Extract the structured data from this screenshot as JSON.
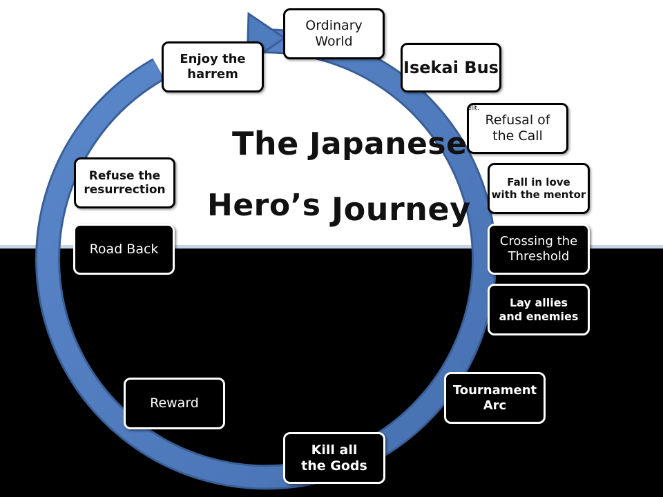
{
  "title": {
    "line1_a": "The",
    "line1_b": "Japanese",
    "line2_a": "Hero’s",
    "line2_b": "Journey"
  },
  "colors": {
    "ring": "#4f7bbf",
    "ring_edge": "#3a5f96",
    "top_background": "#ffffff",
    "bottom_background": "#000000"
  },
  "stages": [
    {
      "label": "Ordinary\nWorld"
    },
    {
      "label": "Isekai Bus"
    },
    {
      "label": "Refusal of\nthe Call",
      "note": "elit."
    },
    {
      "label": "Fall in love\nwith the mentor"
    },
    {
      "label": "Crossing the\nThreshold"
    },
    {
      "label": "Lay allies\nand enemies"
    },
    {
      "label": "Tournament\nArc"
    },
    {
      "label": "Kill all\nthe Gods"
    },
    {
      "label": "Reward"
    },
    {
      "label": "Road Back"
    },
    {
      "label": "Refuse the\nresurrection"
    },
    {
      "label": "Enjoy the\nharrem"
    }
  ]
}
